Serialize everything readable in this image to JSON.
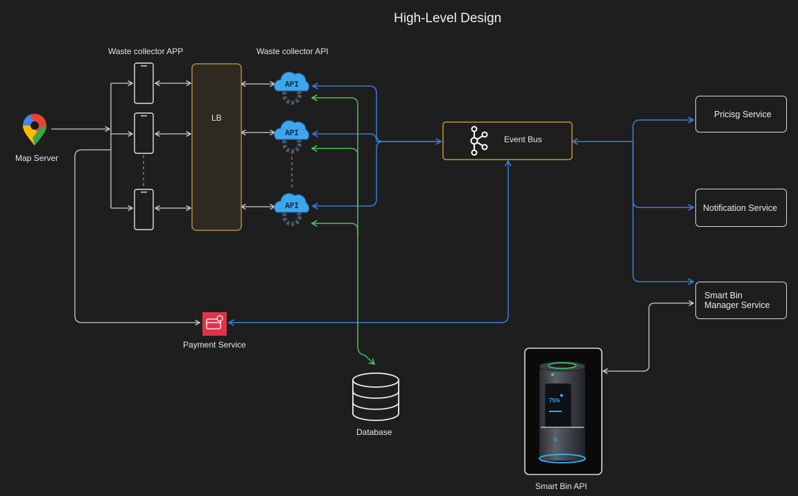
{
  "title": "High-Level Design",
  "labels": {
    "waste_collector_app": "Waste collector APP",
    "waste_collector_api": "Waste collector API",
    "map_server": "Map Server",
    "lb": "LB",
    "event_bus": "Event Bus",
    "payment_service": "Payment Service",
    "database": "Database",
    "smart_bin_api": "Smart Bin API",
    "api_badge": "API",
    "bin_level": "75%"
  },
  "services": [
    {
      "name": "Pricisg Service"
    },
    {
      "name": "Notification Service"
    },
    {
      "name": "Smart Bin Manager Service",
      "line1": "Smart Bin",
      "line2": "Manager Service"
    }
  ],
  "colors": {
    "background": "#1e1e1e",
    "arrow_gray": "#cfcfcf",
    "arrow_blue": "#3b7dd8",
    "arrow_green": "#4cc35a",
    "lb_fill": "#2e2a22",
    "lb_border": "#b08a43",
    "event_bus_border": "#c9922f",
    "api_cloud": "#3da6ec",
    "payment_red": "#dd344c",
    "dashed_orange": "#d98a2b"
  },
  "icons": [
    "google-maps-icon",
    "smartphone-icon",
    "api-cloud-gear-icon",
    "kafka-icon",
    "payment-card-icon",
    "database-icon",
    "smart-bin-image"
  ]
}
